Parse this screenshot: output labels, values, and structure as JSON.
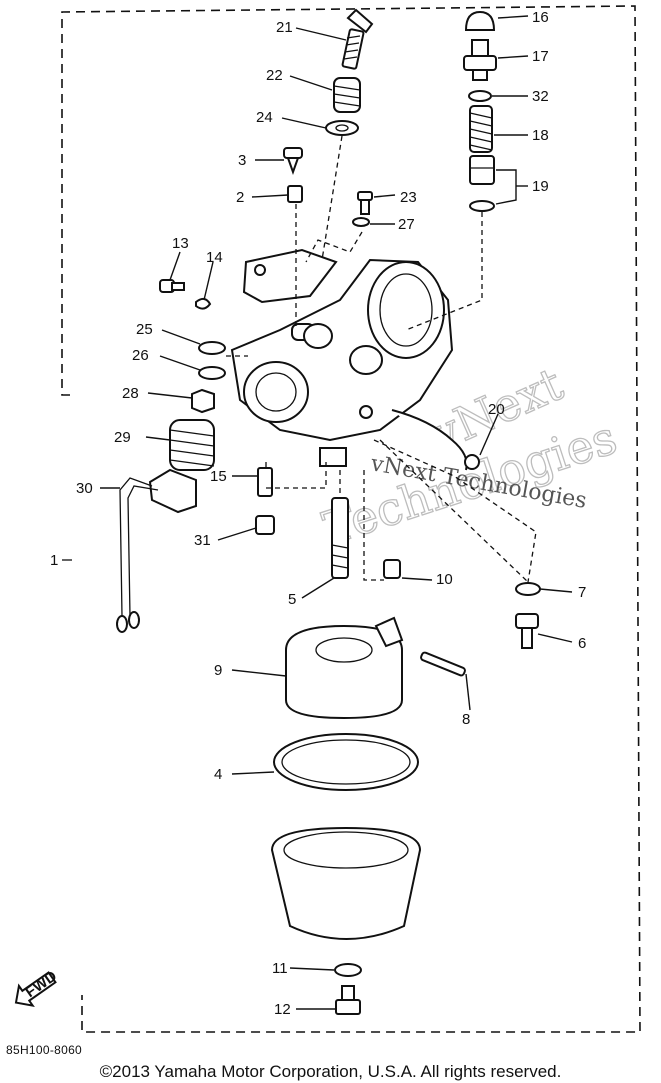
{
  "diagram": {
    "labels": {
      "p1": "1",
      "p2": "2",
      "p3": "3",
      "p4": "4",
      "p5": "5",
      "p6": "6",
      "p7": "7",
      "p8": "8",
      "p9": "9",
      "p10": "10",
      "p11": "11",
      "p12": "12",
      "p13": "13",
      "p14": "14",
      "p15": "15",
      "p16": "16",
      "p17": "17",
      "p18": "18",
      "p19": "19",
      "p20": "20",
      "p21": "21",
      "p22": "22",
      "p23": "23",
      "p24": "24",
      "p25": "25",
      "p26": "26",
      "p27": "27",
      "p28": "28",
      "p29": "29",
      "p30": "30",
      "p31": "31",
      "p32": "32"
    },
    "fwd_badge": "FWD",
    "watermark": {
      "line1": "vNext",
      "line2": "Technologies",
      "line3": "vNext Technologies"
    }
  },
  "footer": {
    "part_code": "85H100-8060",
    "copyright": "©2013 Yamaha Motor Corporation, U.S.A. All rights reserved."
  }
}
